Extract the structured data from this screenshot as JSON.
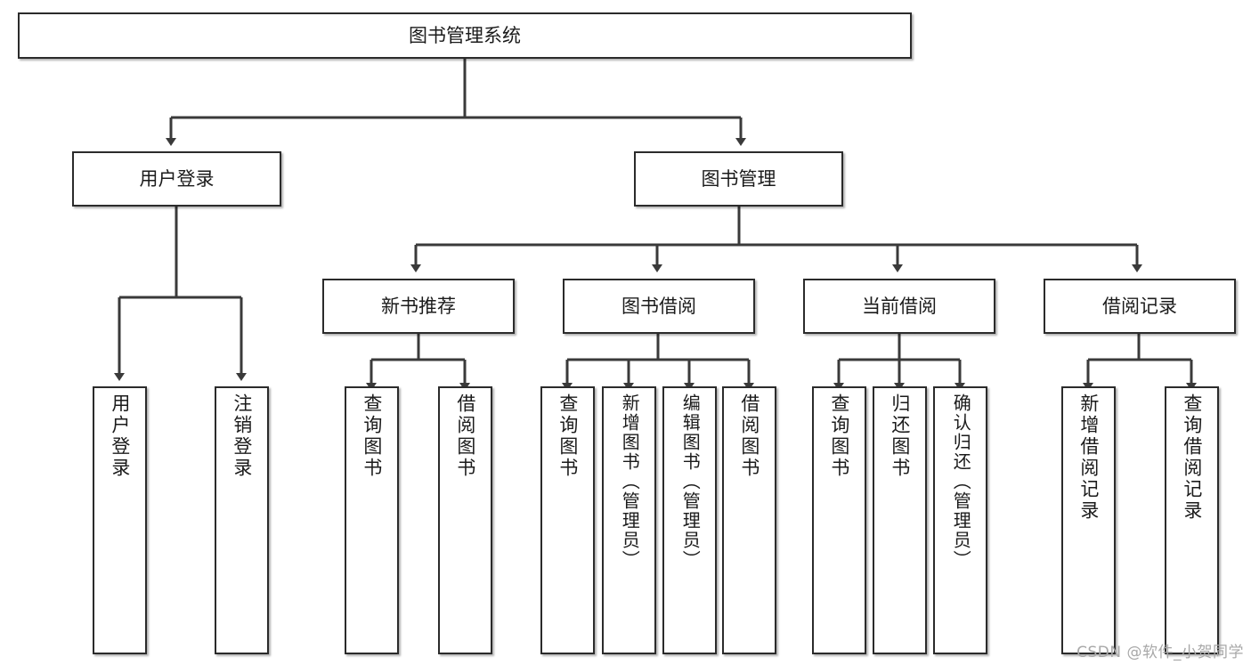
{
  "diagram": {
    "title": "图书管理系统",
    "type": "tree",
    "watermark": "CSDN @软件_小贺同学",
    "colors": {
      "node_border": "#2b2b2b",
      "node_fill": "#ffffff",
      "edge": "#3a3a3a",
      "text": "#1b1b1b",
      "watermark": "#a8a8a8"
    },
    "nodes": {
      "root": {
        "label": "图书管理系统",
        "level": 0,
        "orientation": "horizontal"
      },
      "l1": [
        {
          "id": "user-login",
          "label": "用户登录",
          "orientation": "horizontal"
        },
        {
          "id": "book-manage",
          "label": "图书管理",
          "orientation": "horizontal"
        }
      ],
      "l2": [
        {
          "id": "new-book-recommend",
          "label": "新书推荐",
          "orientation": "horizontal",
          "parent": "book-manage"
        },
        {
          "id": "book-borrow",
          "label": "图书借阅",
          "orientation": "horizontal",
          "parent": "book-manage"
        },
        {
          "id": "current-borrow",
          "label": "当前借阅",
          "orientation": "horizontal",
          "parent": "book-manage"
        },
        {
          "id": "borrow-record",
          "label": "借阅记录",
          "orientation": "horizontal",
          "parent": "book-manage"
        }
      ],
      "leaves": [
        {
          "id": "leaf-user-login",
          "label": "用户登录",
          "parent": "user-login",
          "orientation": "vertical"
        },
        {
          "id": "leaf-user-logout",
          "label": "注销登录",
          "parent": "user-login",
          "orientation": "vertical"
        },
        {
          "id": "leaf-query-book-1",
          "label": "查询图书",
          "parent": "new-book-recommend",
          "orientation": "vertical"
        },
        {
          "id": "leaf-borrow-book-1",
          "label": "借阅图书",
          "parent": "new-book-recommend",
          "orientation": "vertical"
        },
        {
          "id": "leaf-query-book-2",
          "label": "查询图书",
          "parent": "book-borrow",
          "orientation": "vertical"
        },
        {
          "id": "leaf-add-book",
          "label": "新增图书（管理员）",
          "parent": "book-borrow",
          "orientation": "vertical"
        },
        {
          "id": "leaf-edit-book",
          "label": "编辑图书（管理员）",
          "parent": "book-borrow",
          "orientation": "vertical"
        },
        {
          "id": "leaf-borrow-book-2",
          "label": "借阅图书",
          "parent": "book-borrow",
          "orientation": "vertical"
        },
        {
          "id": "leaf-query-book-3",
          "label": "查询图书",
          "parent": "current-borrow",
          "orientation": "vertical"
        },
        {
          "id": "leaf-return-book",
          "label": "归还图书",
          "parent": "current-borrow",
          "orientation": "vertical"
        },
        {
          "id": "leaf-confirm-return",
          "label": "确认归还（管理员）",
          "parent": "current-borrow",
          "orientation": "vertical"
        },
        {
          "id": "leaf-add-record",
          "label": "新增借阅记录",
          "parent": "borrow-record",
          "orientation": "vertical"
        },
        {
          "id": "leaf-query-record",
          "label": "查询借阅记录",
          "parent": "borrow-record",
          "orientation": "vertical"
        }
      ]
    }
  }
}
